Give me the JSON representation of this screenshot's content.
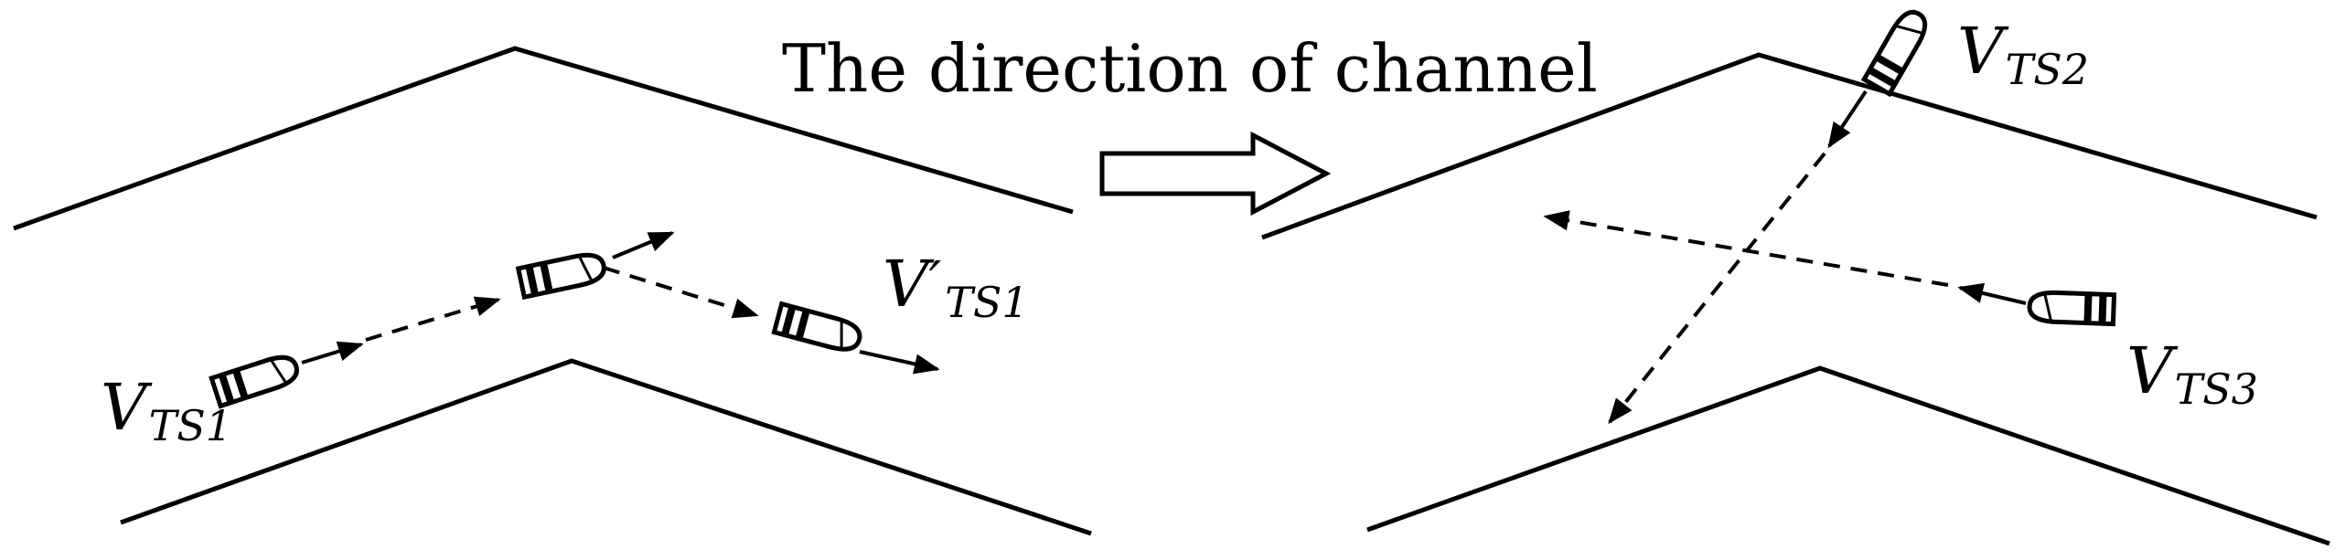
{
  "title": "The direction of channel",
  "colors": {
    "ink": "#000000",
    "background": "#ffffff"
  },
  "labels": {
    "ts1": {
      "main": "V",
      "sub": "TS1"
    },
    "ts1_prime": {
      "main": "V",
      "prime": "′",
      "sub": "TS1"
    },
    "ts2": {
      "main": "V",
      "sub": "TS2"
    },
    "ts3": {
      "main": "V",
      "sub": "TS3"
    }
  },
  "icons": [
    "ship-icon",
    "direction-arrow-icon"
  ]
}
